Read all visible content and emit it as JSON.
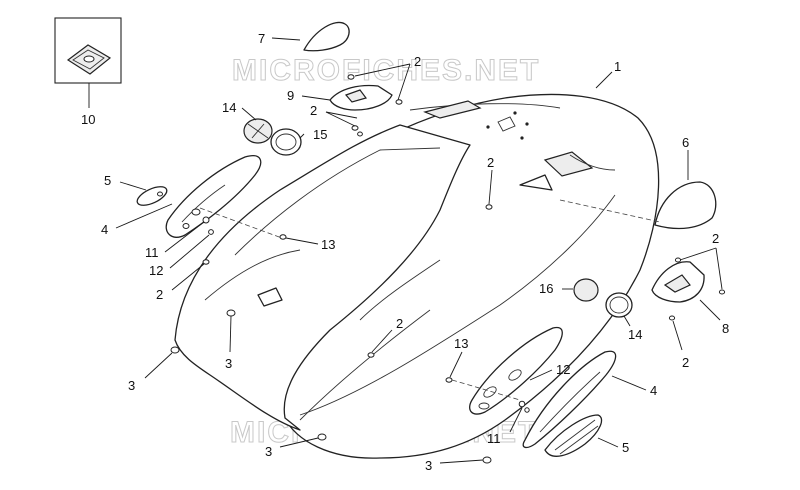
{
  "watermark": {
    "top": "MICROFICHES.NET",
    "bottom": "MICROFICHES.NET"
  },
  "callouts": [
    {
      "id": "c-7",
      "label": "7"
    },
    {
      "id": "c-2a",
      "label": "2"
    },
    {
      "id": "c-9",
      "label": "9"
    },
    {
      "id": "c-2b",
      "label": "2"
    },
    {
      "id": "c-14a",
      "label": "14"
    },
    {
      "id": "c-15",
      "label": "15"
    },
    {
      "id": "c-1",
      "label": "1"
    },
    {
      "id": "c-10",
      "label": "10"
    },
    {
      "id": "c-5a",
      "label": "5"
    },
    {
      "id": "c-4a",
      "label": "4"
    },
    {
      "id": "c-11a",
      "label": "11"
    },
    {
      "id": "c-12a",
      "label": "12"
    },
    {
      "id": "c-2c",
      "label": "2"
    },
    {
      "id": "c-13a",
      "label": "13"
    },
    {
      "id": "c-2d",
      "label": "2"
    },
    {
      "id": "c-6",
      "label": "6"
    },
    {
      "id": "c-2e",
      "label": "2"
    },
    {
      "id": "c-8",
      "label": "8"
    },
    {
      "id": "c-2f",
      "label": "2"
    },
    {
      "id": "c-16",
      "label": "16"
    },
    {
      "id": "c-14b",
      "label": "14"
    },
    {
      "id": "c-3a",
      "label": "3"
    },
    {
      "id": "c-3b",
      "label": "3"
    },
    {
      "id": "c-2g",
      "label": "2"
    },
    {
      "id": "c-13b",
      "label": "13"
    },
    {
      "id": "c-12b",
      "label": "12"
    },
    {
      "id": "c-4b",
      "label": "4"
    },
    {
      "id": "c-11b",
      "label": "11"
    },
    {
      "id": "c-5b",
      "label": "5"
    },
    {
      "id": "c-3c",
      "label": "3"
    },
    {
      "id": "c-3d",
      "label": "3"
    }
  ]
}
